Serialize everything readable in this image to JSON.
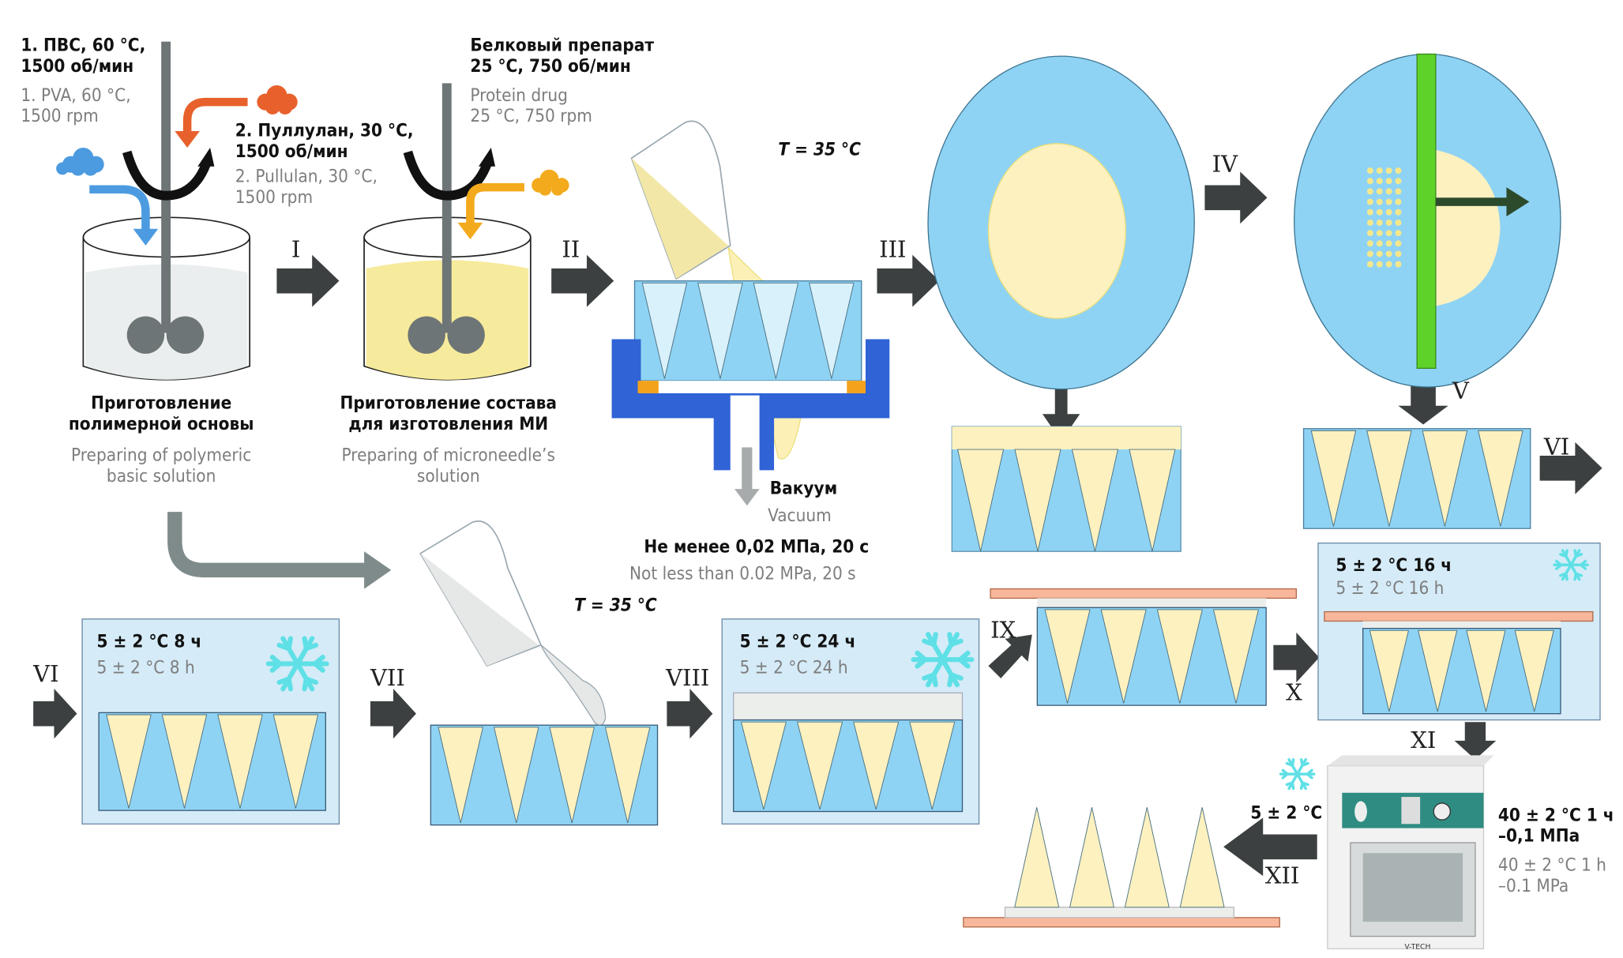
{
  "title": "Microneedle fabrication process scheme",
  "colors": {
    "mold_blue": "#8fd3f4",
    "needle_cream": "#fdf1c0",
    "arrow_dark": "#3c4040",
    "vacuum_blue": "#2f63d6",
    "seal_orange": "#f3a21b",
    "pva_blue": "#4c9be0",
    "pullulan_orange": "#e8612c",
    "protein_yellow": "#f3aa1c",
    "cutter_green": "#5fd22a",
    "backing_salmon": "#f8b79b",
    "cold_box": "#d5ebf8",
    "snowflake": "#5fe0e6"
  },
  "step1": {
    "ru_line1": "1. ПВС, 60 °С,",
    "ru_line2": "1500 об/мин",
    "en_line1": "1. PVA, 60 °C,",
    "en_line2": "1500 rpm"
  },
  "step2": {
    "ru_line1": "2. Пуллулан, 30 °С,",
    "ru_line2": "1500 об/мин",
    "en_line1": "2. Pullulan, 30 °C,",
    "en_line2": "1500 rpm"
  },
  "protein": {
    "ru_line1": "Белковый препарат",
    "ru_line2": "25 °С, 750 об/мин",
    "en_line1": "Protein drug",
    "en_line2": "25 °C, 750 rpm"
  },
  "pour_temp_top": "T = 35 °C",
  "pour_temp_bottom": "T = 35 °C",
  "caption_polymer": {
    "ru_line1": "Приготовление",
    "ru_line2": "полимерной основы",
    "en_line1": "Preparing of polymeric",
    "en_line2": "basic solution"
  },
  "caption_mn": {
    "ru_line1": "Приготовление состава",
    "ru_line2": "для изготовления МИ",
    "en_line1": "Preparing of microneedle’s",
    "en_line2": "solution"
  },
  "vacuum": {
    "ru": "Вакуум",
    "en": "Vacuum",
    "cond_ru": "Не менее 0,02 МПа, 20 с",
    "cond_en": "Not less than 0.02 MPa, 20 s"
  },
  "cold_8h": {
    "ru": "5 ± 2 °С 8 ч",
    "en": "5 ± 2 °C 8 h"
  },
  "cold_24h": {
    "ru": "5 ± 2 °С 24 ч",
    "en": "5 ± 2 °C 24 h"
  },
  "cold_16h": {
    "ru": "5 ± 2 °С 16 ч",
    "en": "5 ± 2 °C 16 h"
  },
  "final_temp": "5 ± 2 °С",
  "oven": {
    "ru_line1": "40 ± 2 °С 1 ч",
    "ru_line2": "–0,1 МПа",
    "en_line1": "40 ± 2 °C 1 h",
    "en_line2": "–0.1 MPa",
    "brand": "V-TECH"
  },
  "steps": [
    "I",
    "II",
    "III",
    "IV",
    "V",
    "VI",
    "VI",
    "VII",
    "VIII",
    "IX",
    "X",
    "XI",
    "XII"
  ]
}
